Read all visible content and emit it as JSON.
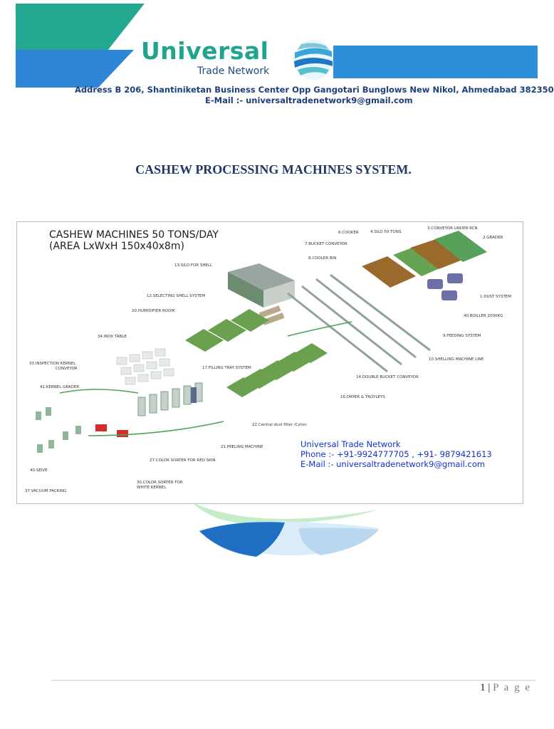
{
  "header": {
    "brand_title": "Universal",
    "brand_subtitle": "Trade Network",
    "address": "Address B 206, Shantiniketan Business Center Opp Gangotari Bunglows New Nikol, Ahmedabad 382350",
    "email": "E-Mail :- universaltradenetwork9@gmail.com",
    "colors": {
      "teal": "#23a98f",
      "blue": "#2e8fd8",
      "navy": "#1e3f7a"
    }
  },
  "document": {
    "title": "CASHEW PROCESSING MACHINES SYSTEM."
  },
  "figure": {
    "title_line1": "CASHEW MACHINES 50 TONS/DAY",
    "title_line2": "(AREA LxWxH 150x40x8m)",
    "labels": [
      "6.COOKER",
      "4.SILO 50 TONS",
      "3.CONVEYOR UNDER RCN",
      "2.GRADER",
      "7.BUCKET CONVEYOR",
      "8.COOLER BIN",
      "13.SILO FOR SHELL",
      "1.DUST SYSTEM",
      "12.SELECTING SHELL SYSTEM",
      "20.HUMIDIFIER ROOM",
      "40.BOILLER 2000KG",
      "9.FEEDING SYSTEM",
      "34.INOX TABLE",
      "10.SHELLING MACHINE LINE",
      "33.INSPECTION KERNEL",
      "CONVEYOR",
      "17.FILLING TRAY SYSTEM",
      "14.DOUBLE BUCKET CONVEYOR",
      "41.KERNEL GRADER",
      "16.DRYER & TROYLEYS",
      "22.Central dust filter /Cyton",
      "21.PEELING MACHINE",
      "27.COLOR SORTER FOR RED SKIN",
      "40.SEIVE",
      "30.COLOR SORTER FOR",
      "WHITE KERNEL",
      "37.VACUUM PACKING"
    ],
    "contact_name": "Universal Trade Network",
    "contact_phone": "Phone :- +91-9924777705 , +91- 9879421613",
    "contact_email": "E-Mail :- universaltradenetwork9@gmail.com"
  },
  "footer": {
    "page_number": "1",
    "separator": " | ",
    "page_label": "P a g e"
  }
}
